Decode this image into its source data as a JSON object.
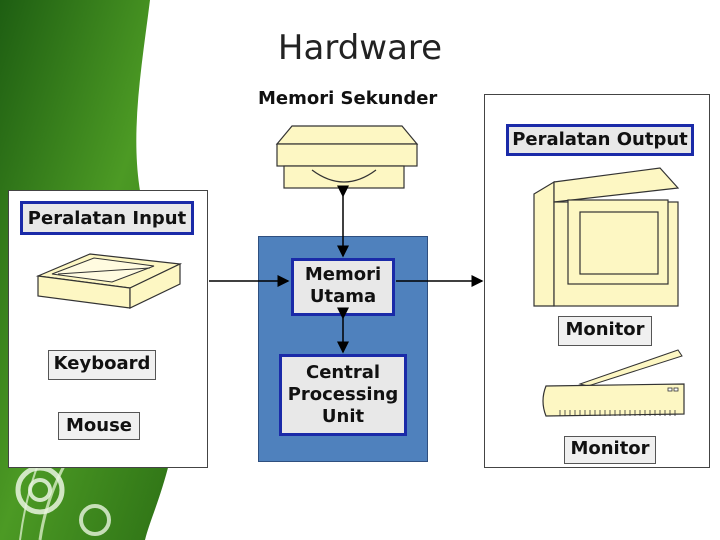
{
  "slide": {
    "title": "Hardware"
  },
  "secondary_memory": {
    "label": "Memori Sekunder",
    "icon": "disk-drive-icon"
  },
  "output": {
    "label": "Peralatan Output",
    "devices": [
      {
        "label": "Monitor",
        "icon": "monitor-icon"
      },
      {
        "label": "Monitor",
        "icon": "printer-icon"
      }
    ]
  },
  "input": {
    "label": "Peralatan Input",
    "scanner_icon": "scanner-icon",
    "devices": [
      {
        "label": "Keyboard"
      },
      {
        "label": "Mouse"
      }
    ]
  },
  "cpu_block": {
    "main_memory": "Memori\nUtama",
    "cpu": "Central\nProcessing\nUnit"
  },
  "colors": {
    "accent_border": "#1a2aa8",
    "cpu_area": "#4f81bd",
    "device_fill": "#fdf7c3",
    "panel_green": "#3f8a1f"
  }
}
